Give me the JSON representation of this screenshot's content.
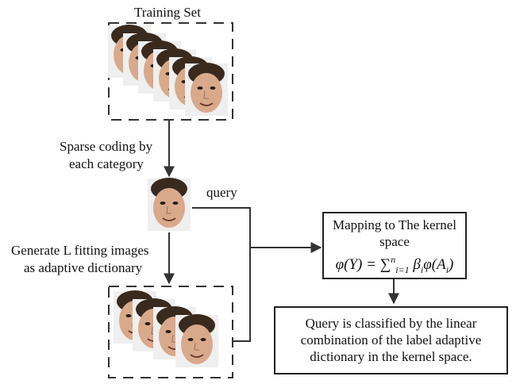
{
  "training_label": "Training Set",
  "sparse_label_line1": "Sparse coding by",
  "sparse_label_line2": "each category",
  "query_label": "query",
  "generate_label_line1": "Generate L fitting images",
  "generate_label_line2": "as adaptive dictionary",
  "mapping_box": {
    "line1": "Mapping to The kernel",
    "line2": "space",
    "formula_lhs": "φ(Y) = ",
    "formula_sum": "∑",
    "formula_sup": "n",
    "formula_sub": "i=1",
    "formula_rhs": "β",
    "formula_rhs_sub": "i",
    "formula_rhs2": "φ(A",
    "formula_rhs2_sub": "i",
    "formula_rhs2_close": ")"
  },
  "classify_box": {
    "line1": "Query is classified by the linear",
    "line2": "combination of the label adaptive",
    "line3": "dictionary in the kernel space."
  },
  "colors": {
    "line": "#333333",
    "skin": "#d9a98c",
    "hair": "#3a2a1e"
  }
}
